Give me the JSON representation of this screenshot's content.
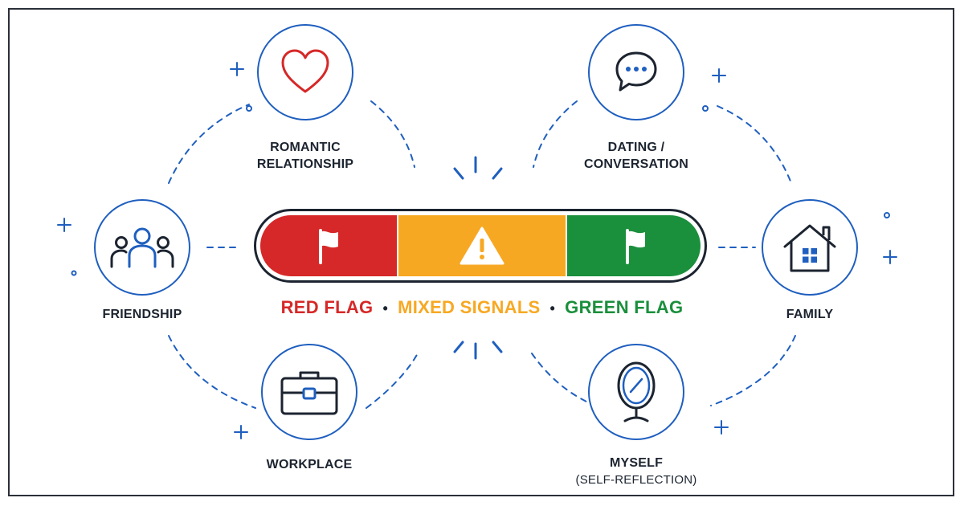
{
  "contexts": {
    "romantic": {
      "line1": "ROMANTIC",
      "line2": "RELATIONSHIP"
    },
    "dating": {
      "line1": "DATING /",
      "line2": "CONVERSATION"
    },
    "friendship": {
      "label": "FRIENDSHIP"
    },
    "family": {
      "label": "FAMILY"
    },
    "workplace": {
      "label": "WORKPLACE"
    },
    "myself": {
      "label": "MYSELF",
      "sub": "(SELF-REFLECTION)"
    }
  },
  "meter": {
    "segments": [
      {
        "name": "red",
        "color": "#d62828",
        "icon": "flag-icon",
        "share": 0.31
      },
      {
        "name": "mixed",
        "color": "#f7a823",
        "icon": "warning-icon",
        "share": 0.38
      },
      {
        "name": "green",
        "color": "#1a8f3c",
        "icon": "flag-icon",
        "share": 0.31
      }
    ]
  },
  "legend": {
    "red": "RED FLAG",
    "mixed": "MIXED SIGNALS",
    "green": "GREEN FLAG",
    "separator": "•",
    "colors": {
      "red": "#d62828",
      "mixed": "#f7a823",
      "green": "#1a8f3c"
    }
  },
  "colors": {
    "accent": "#1f5fbf",
    "ink": "#1c2430"
  }
}
